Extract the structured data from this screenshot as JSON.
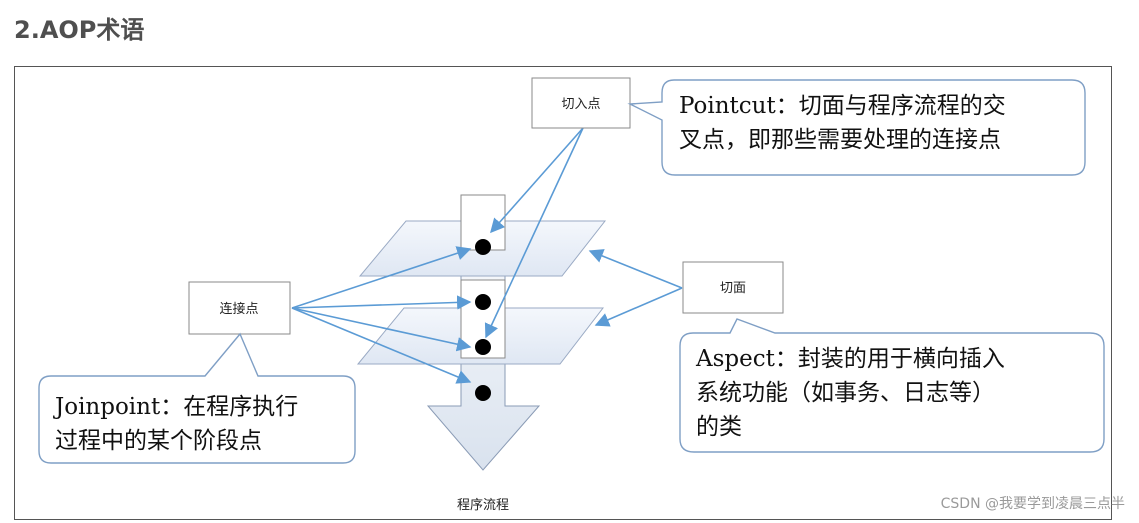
{
  "heading": "2.AOP术语",
  "nodes": {
    "pointcut_box": "切入点",
    "joinpoint_box": "连接点",
    "aspect_box": "切面",
    "flow_label": "程序流程"
  },
  "callouts": {
    "pointcut": [
      "Pointcut：切面与程序流程的交",
      "叉点，即那些需要处理的连接点"
    ],
    "aspect": [
      "Aspect：封装的用于横向插入",
      "系统功能（如事务、日志等）",
      "的类"
    ],
    "joinpoint": [
      "Joinpoint：在程序执行",
      "过程中的某个阶段点"
    ]
  },
  "watermark": "CSDN @我要学到凌晨三点半",
  "colors": {
    "arrow": "#5b9bd5",
    "callout_border": "#7f9fc5",
    "box_border": "#8a8a8a"
  }
}
